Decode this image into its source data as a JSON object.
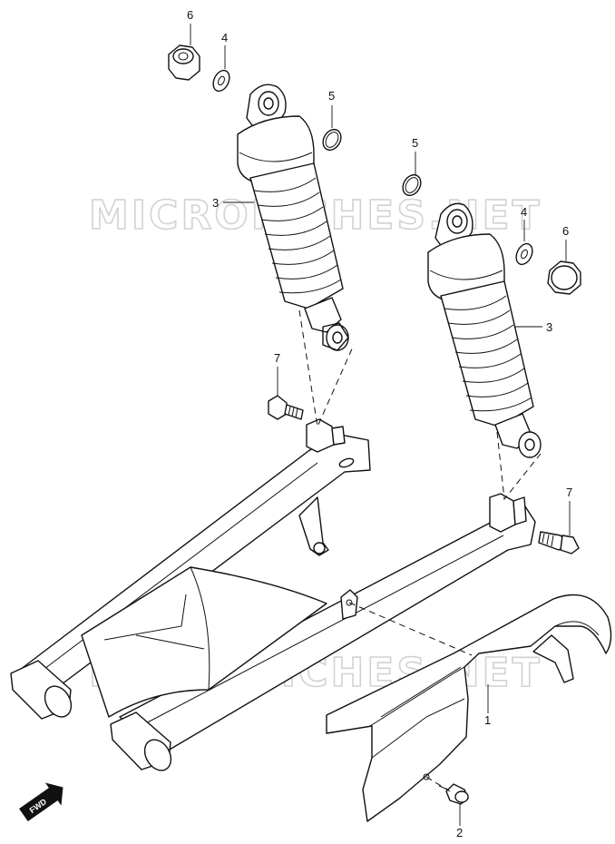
{
  "watermark": {
    "text_top": "MICROFICHES.NET",
    "text_bottom": "MICROFICHES.NET"
  },
  "fwd": {
    "label": "FWD"
  },
  "parts": [
    {
      "id": "p1",
      "number": "1",
      "item": "chain-case"
    },
    {
      "id": "p2",
      "number": "2",
      "item": "chain-case-bolt"
    },
    {
      "id": "p3a",
      "number": "3",
      "item": "left-shock-absorber"
    },
    {
      "id": "p3b",
      "number": "3",
      "item": "right-shock-absorber"
    },
    {
      "id": "p4a",
      "number": "4",
      "item": "left-washer"
    },
    {
      "id": "p4b",
      "number": "4",
      "item": "right-washer"
    },
    {
      "id": "p5a",
      "number": "5",
      "item": "left-spacer"
    },
    {
      "id": "p5b",
      "number": "5",
      "item": "right-spacer"
    },
    {
      "id": "p6a",
      "number": "6",
      "item": "left-cap-nut"
    },
    {
      "id": "p6b",
      "number": "6",
      "item": "right-cap-nut"
    },
    {
      "id": "p7a",
      "number": "7",
      "item": "left-shock-bolt"
    },
    {
      "id": "p7b",
      "number": "7",
      "item": "right-shock-bolt"
    }
  ]
}
